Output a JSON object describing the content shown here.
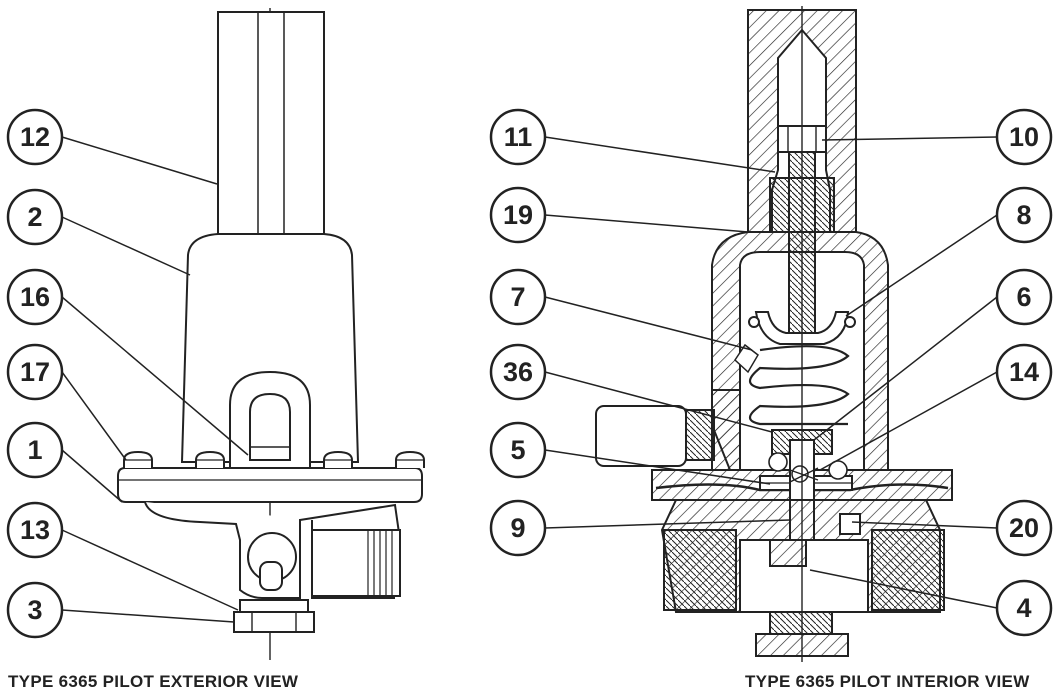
{
  "exterior": {
    "caption": "TYPE  6365 PILOT EXTERIOR VIEW",
    "callouts": [
      "12",
      "2",
      "16",
      "17",
      "1",
      "13",
      "3"
    ]
  },
  "interior": {
    "caption": "TYPE 6365 PILOT INTERIOR VIEW",
    "callouts_left": [
      "11",
      "19",
      "7",
      "36",
      "5",
      "9"
    ],
    "callouts_right": [
      "10",
      "8",
      "6",
      "14",
      "20",
      "4"
    ]
  }
}
